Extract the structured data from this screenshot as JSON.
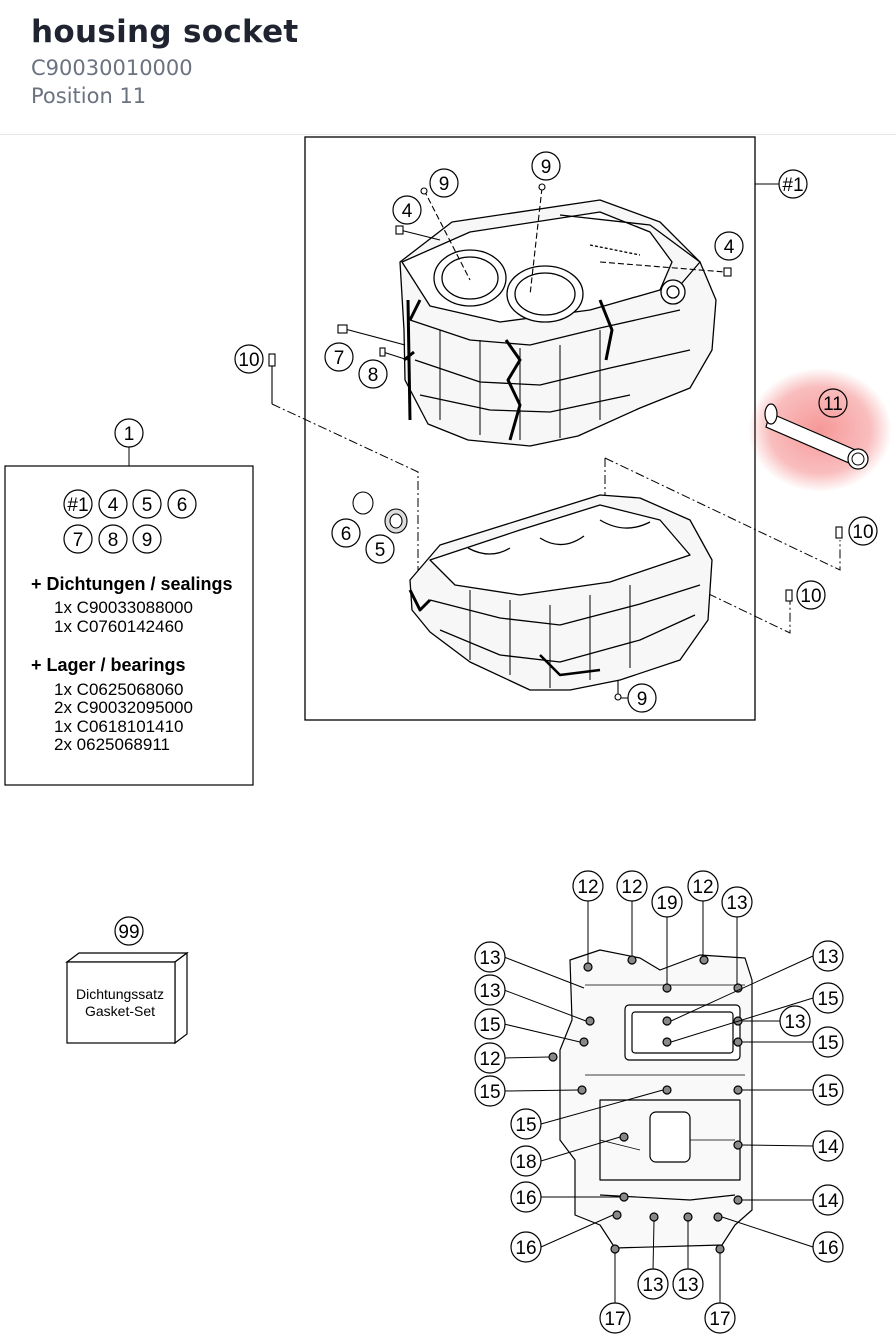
{
  "header": {
    "title": "housing socket",
    "part_number": "C90030010000",
    "position": "Position 11"
  },
  "callouts": {
    "group": "#1",
    "c1": "1",
    "c4": "4",
    "c5": "5",
    "c6": "6",
    "c7": "7",
    "c8": "8",
    "c9": "9",
    "c10": "10",
    "c11": "11",
    "c12": "12",
    "c13": "13",
    "c14": "14",
    "c15": "15",
    "c16": "16",
    "c17": "17",
    "c18": "18",
    "c19": "19",
    "c99": "99"
  },
  "kit_box": {
    "sealings_heading": "+ Dichtungen / sealings",
    "sealings": [
      "1x C90033088000",
      "1x C0760142460"
    ],
    "bearings_heading": "+ Lager / bearings",
    "bearings": [
      "1x C0625068060",
      "2x C90032095000",
      "1x C0618101410",
      "2x 0625068911"
    ]
  },
  "gasket_set": {
    "line1": "Dichtungssatz",
    "line2": "Gasket-Set"
  },
  "highlight_color": "#ef4444"
}
